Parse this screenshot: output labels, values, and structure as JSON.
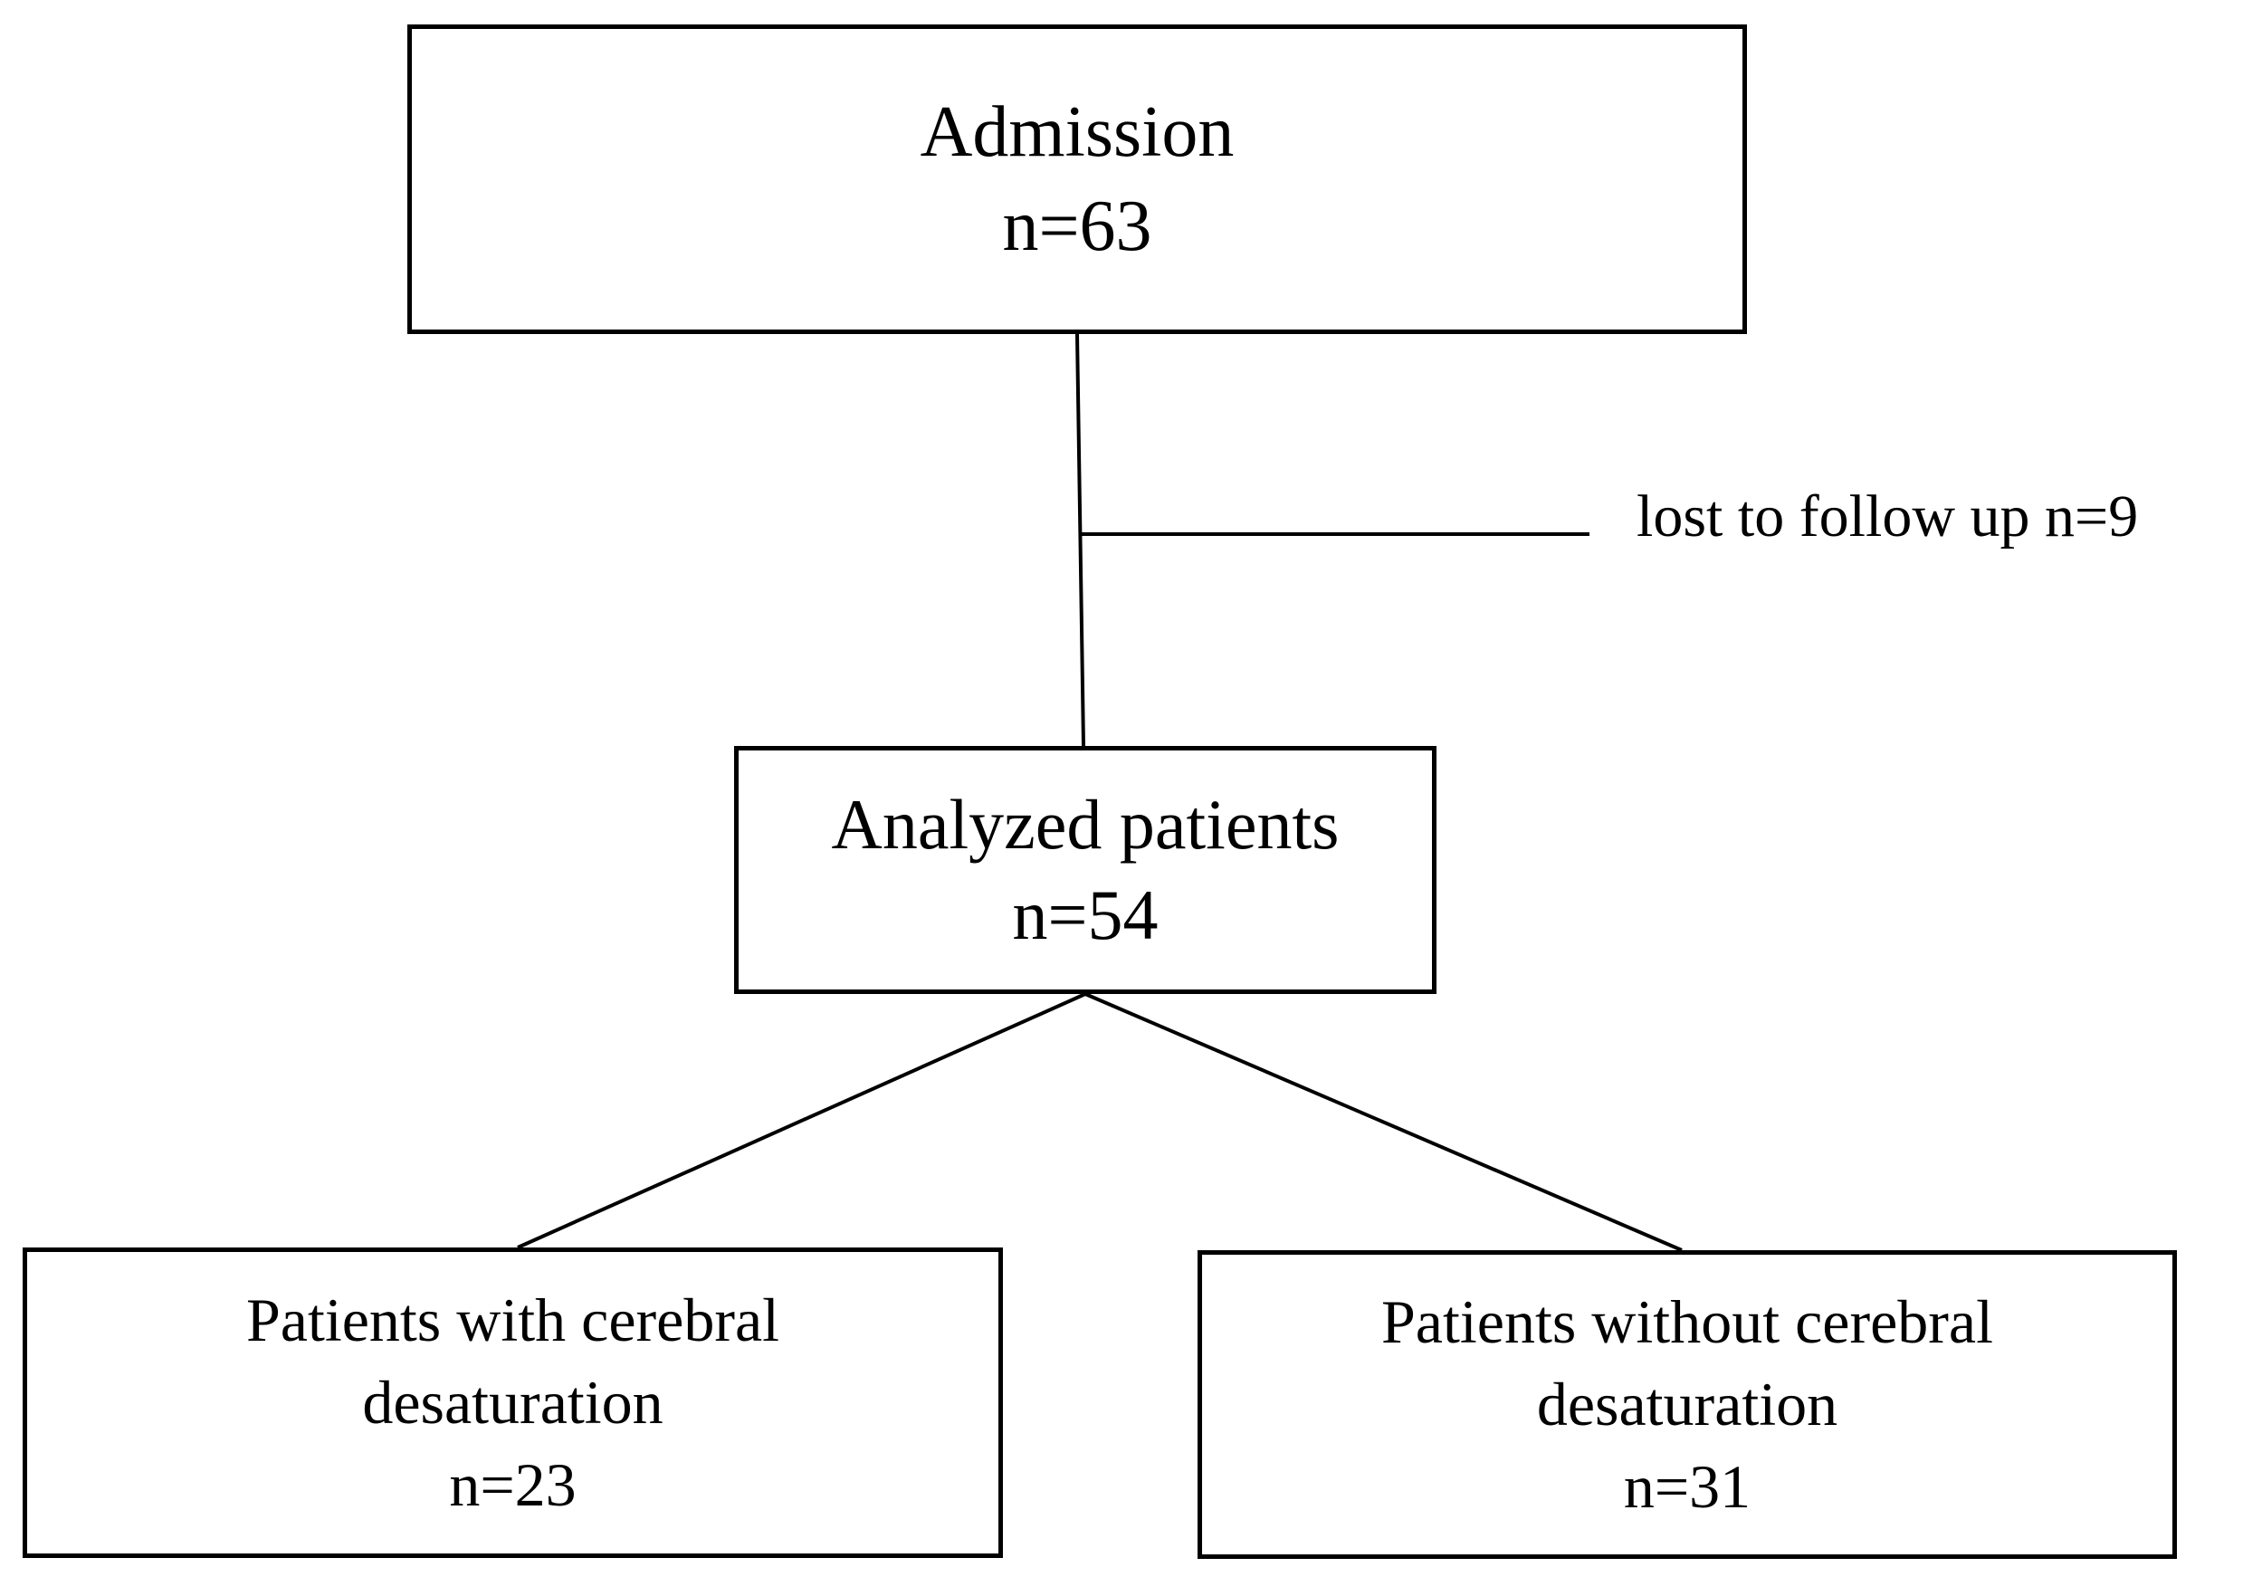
{
  "nodes": {
    "admission": {
      "label": "Admission",
      "count": "n=63"
    },
    "analyzed": {
      "label": "Analyzed patients",
      "count": "n=54"
    },
    "with_desat": {
      "label_line1": "Patients with cerebral",
      "label_line2": "desaturation",
      "count": "n=23"
    },
    "without_desat": {
      "label_line1": "Patients without cerebral",
      "label_line2": "desaturation",
      "count": "n=31"
    }
  },
  "exclusion": {
    "label": "lost to follow up n=9"
  },
  "colors": {
    "stroke": "#000000",
    "background": "#ffffff"
  }
}
